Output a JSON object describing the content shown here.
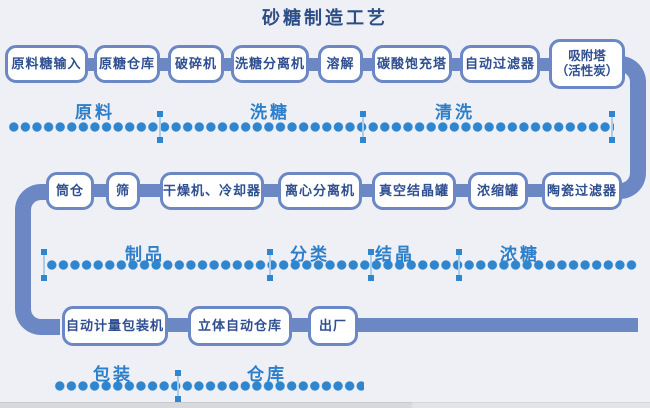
{
  "title": "砂糖制造工艺",
  "stages": {
    "row1": [
      {
        "label": "原料糖输入"
      },
      {
        "label": "原糖仓库"
      },
      {
        "label": "破碎机"
      },
      {
        "label": "洗糖分离机"
      },
      {
        "label": "溶解"
      },
      {
        "label": "碳酸饱充塔"
      },
      {
        "label": "自动过滤器"
      },
      {
        "label": "吸附塔",
        "label2": "（活性炭）"
      }
    ],
    "row2": [
      {
        "label": "筒仓"
      },
      {
        "label": "筛"
      },
      {
        "label": "干燥机、冷却器"
      },
      {
        "label": "离心分离机"
      },
      {
        "label": "真空结晶罐"
      },
      {
        "label": "浓缩罐"
      },
      {
        "label": "陶瓷过滤器"
      }
    ],
    "row3": [
      {
        "label": "自动计量包装机"
      },
      {
        "label": "立体自动仓库"
      },
      {
        "label": "出厂"
      }
    ]
  },
  "phases": {
    "row1": [
      "原料",
      "洗糖",
      "清洗"
    ],
    "row2": [
      "制品",
      "分类",
      "结晶",
      "浓糖"
    ],
    "row3": [
      "包装",
      "仓库"
    ]
  },
  "colors": {
    "background": "#eef0f5",
    "flow_path": "#6c88c4",
    "dots": "#2f86cf",
    "phase_label": "#2e7fca",
    "title_text": "#2d4d86",
    "stage_text": "#2f4f90",
    "stage_fill": "#ffffff"
  }
}
